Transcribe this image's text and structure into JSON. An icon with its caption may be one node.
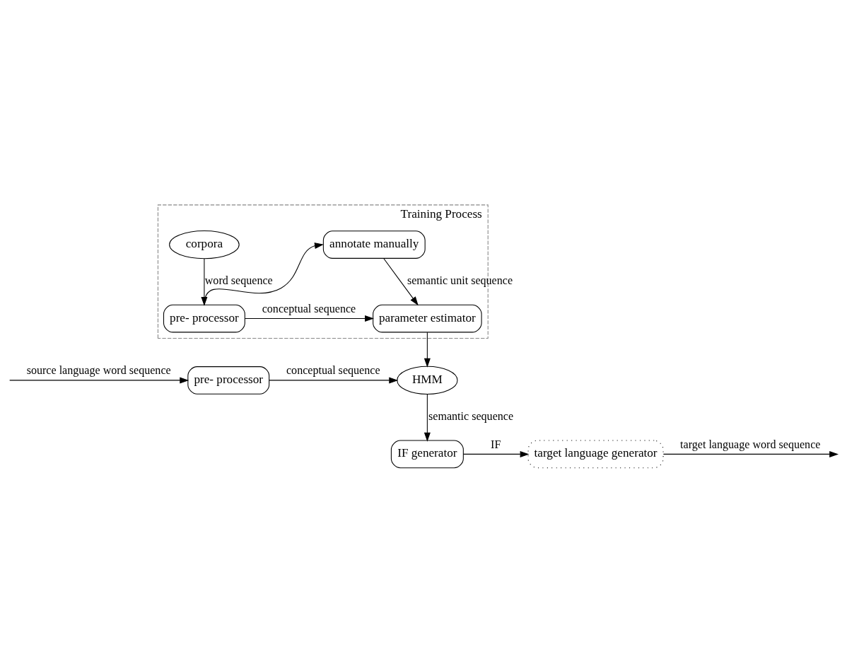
{
  "diagram": {
    "nodes": [
      {
        "text": [
          "Training Process"
        ]
      },
      {
        "text": [
          "corpora"
        ],
        "in": 0
      },
      {
        "text": [
          "annotate manually"
        ],
        "in": 0
      },
      {
        "text": [
          "pre- processor"
        ],
        "in": 0
      },
      {
        "text": [
          "parameter estimator"
        ],
        "in": 0
      },
      {
        "text": [
          "HMM"
        ]
      },
      {
        "text": [
          "pre- processor"
        ]
      },
      {
        "text": [
          "IF generator"
        ]
      },
      {
        "text": [
          "target language generator"
        ]
      }
    ],
    "edges": [
      {
        "from": 1,
        "to": 3,
        "arrow": "to",
        "label": "word sequence"
      },
      {
        "from": 3,
        "to": 2,
        "arrow": "to"
      },
      {
        "from": 3,
        "to": 4,
        "arrow": "to",
        "label": "conceptual sequence"
      },
      {
        "from": 2,
        "to": 4,
        "arrow": "to",
        "label": "semantic unit sequence"
      },
      {
        "from": 4,
        "to": 5,
        "arrow": "to"
      },
      {
        "from": null,
        "to": 6,
        "arrow": "to",
        "label": "source language word sequence"
      },
      {
        "from": 6,
        "to": 5,
        "arrow": "to",
        "label": "conceptual sequence"
      },
      {
        "from": 5,
        "to": 7,
        "arrow": "to",
        "label": "semantic sequence"
      },
      {
        "from": 7,
        "to": 8,
        "arrow": "to",
        "label": "IF"
      },
      {
        "from": 8,
        "to": null,
        "arrow": "to",
        "label": "target language word sequence"
      }
    ]
  }
}
